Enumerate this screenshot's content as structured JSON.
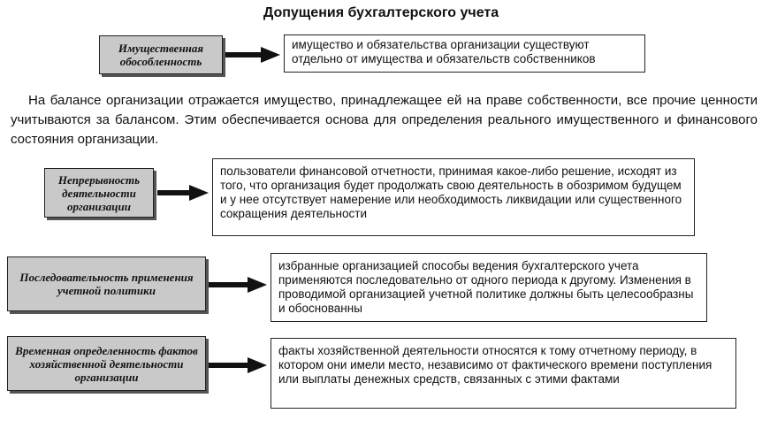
{
  "title": "Допущения бухгалтерского учета",
  "paragraph": "На балансе организации отражается имущество, принадлежащее ей на праве собственности, все прочие ценности учитываются за балансом. Этим обеспечивается основа для определения реального имущественного и финансового состояния организации.",
  "assumptions": [
    {
      "label": "Имущественная обособленность",
      "description": "имущество и обязательства организации существуют отдельно от имущества и обязательств собственников"
    },
    {
      "label": "Непрерывность деятельности организации",
      "description": "пользователи финансовой отчетности, принимая какое-либо решение, исходят из того, что организация будет продолжать свою деятельность в обозримом будущем и у нее отсутствует намерение или необходимость ликвидации или существенного сокращения деятельности"
    },
    {
      "label": "Последовательность применения учетной политики",
      "description": "избранные организацией способы ведения бухгалтерского учета применяются последовательно от одного периода к другому. Изменения в проводимой организацией учетной политике должны быть целесообразны и обоснованны"
    },
    {
      "label": "Временная определенность фактов хозяйственной деятельности организации",
      "description": "факты хозяйственной деятельности относятся к тому отчетному периоду, в котором они имели место, независимо от фактического времени поступления или выплаты денежных средств, связанных с этими фактами"
    }
  ]
}
